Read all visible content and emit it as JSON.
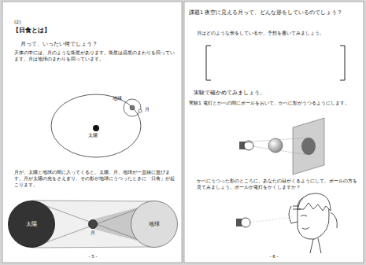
{
  "diagram": {
    "nodes": [
      {
        "text": [
          "太陽"
        ]
      },
      {
        "text": [
          "月"
        ]
      },
      {
        "text": [
          "地球"
        ]
      }
    ],
    "labels": [
      "(2)",
      "【日食とは】",
      "月って、いったい何でしょう？",
      "天体の中には、月のような衛星があります。衛星は惑星のまわりを回っています。月は地球のまわりを回っています。",
      "太陽",
      "地球",
      "月",
      "月が、太陽と地球の間に入ってくると、太陽、月、地球が一直線に並びます。月が太陽の光をさえぎり、その影が地球にうつったときに「日食」が起こります。",
      "- 5 -",
      "課題1 夜空に見える月って、どんな形をしているのでしょう？",
      "月はどのような形をしているか、予想を書いてみましょう。",
      "実験で確かめてみましょう。",
      "実験1 電灯とかべの間にボールをおいて、かべに影がうつるようにします。",
      "かべにうつった影のところに、あなたの目がくるようにして、ボールの方を見てみましょう。ボールが電灯をかくしますか？",
      "- 6 -"
    ]
  }
}
